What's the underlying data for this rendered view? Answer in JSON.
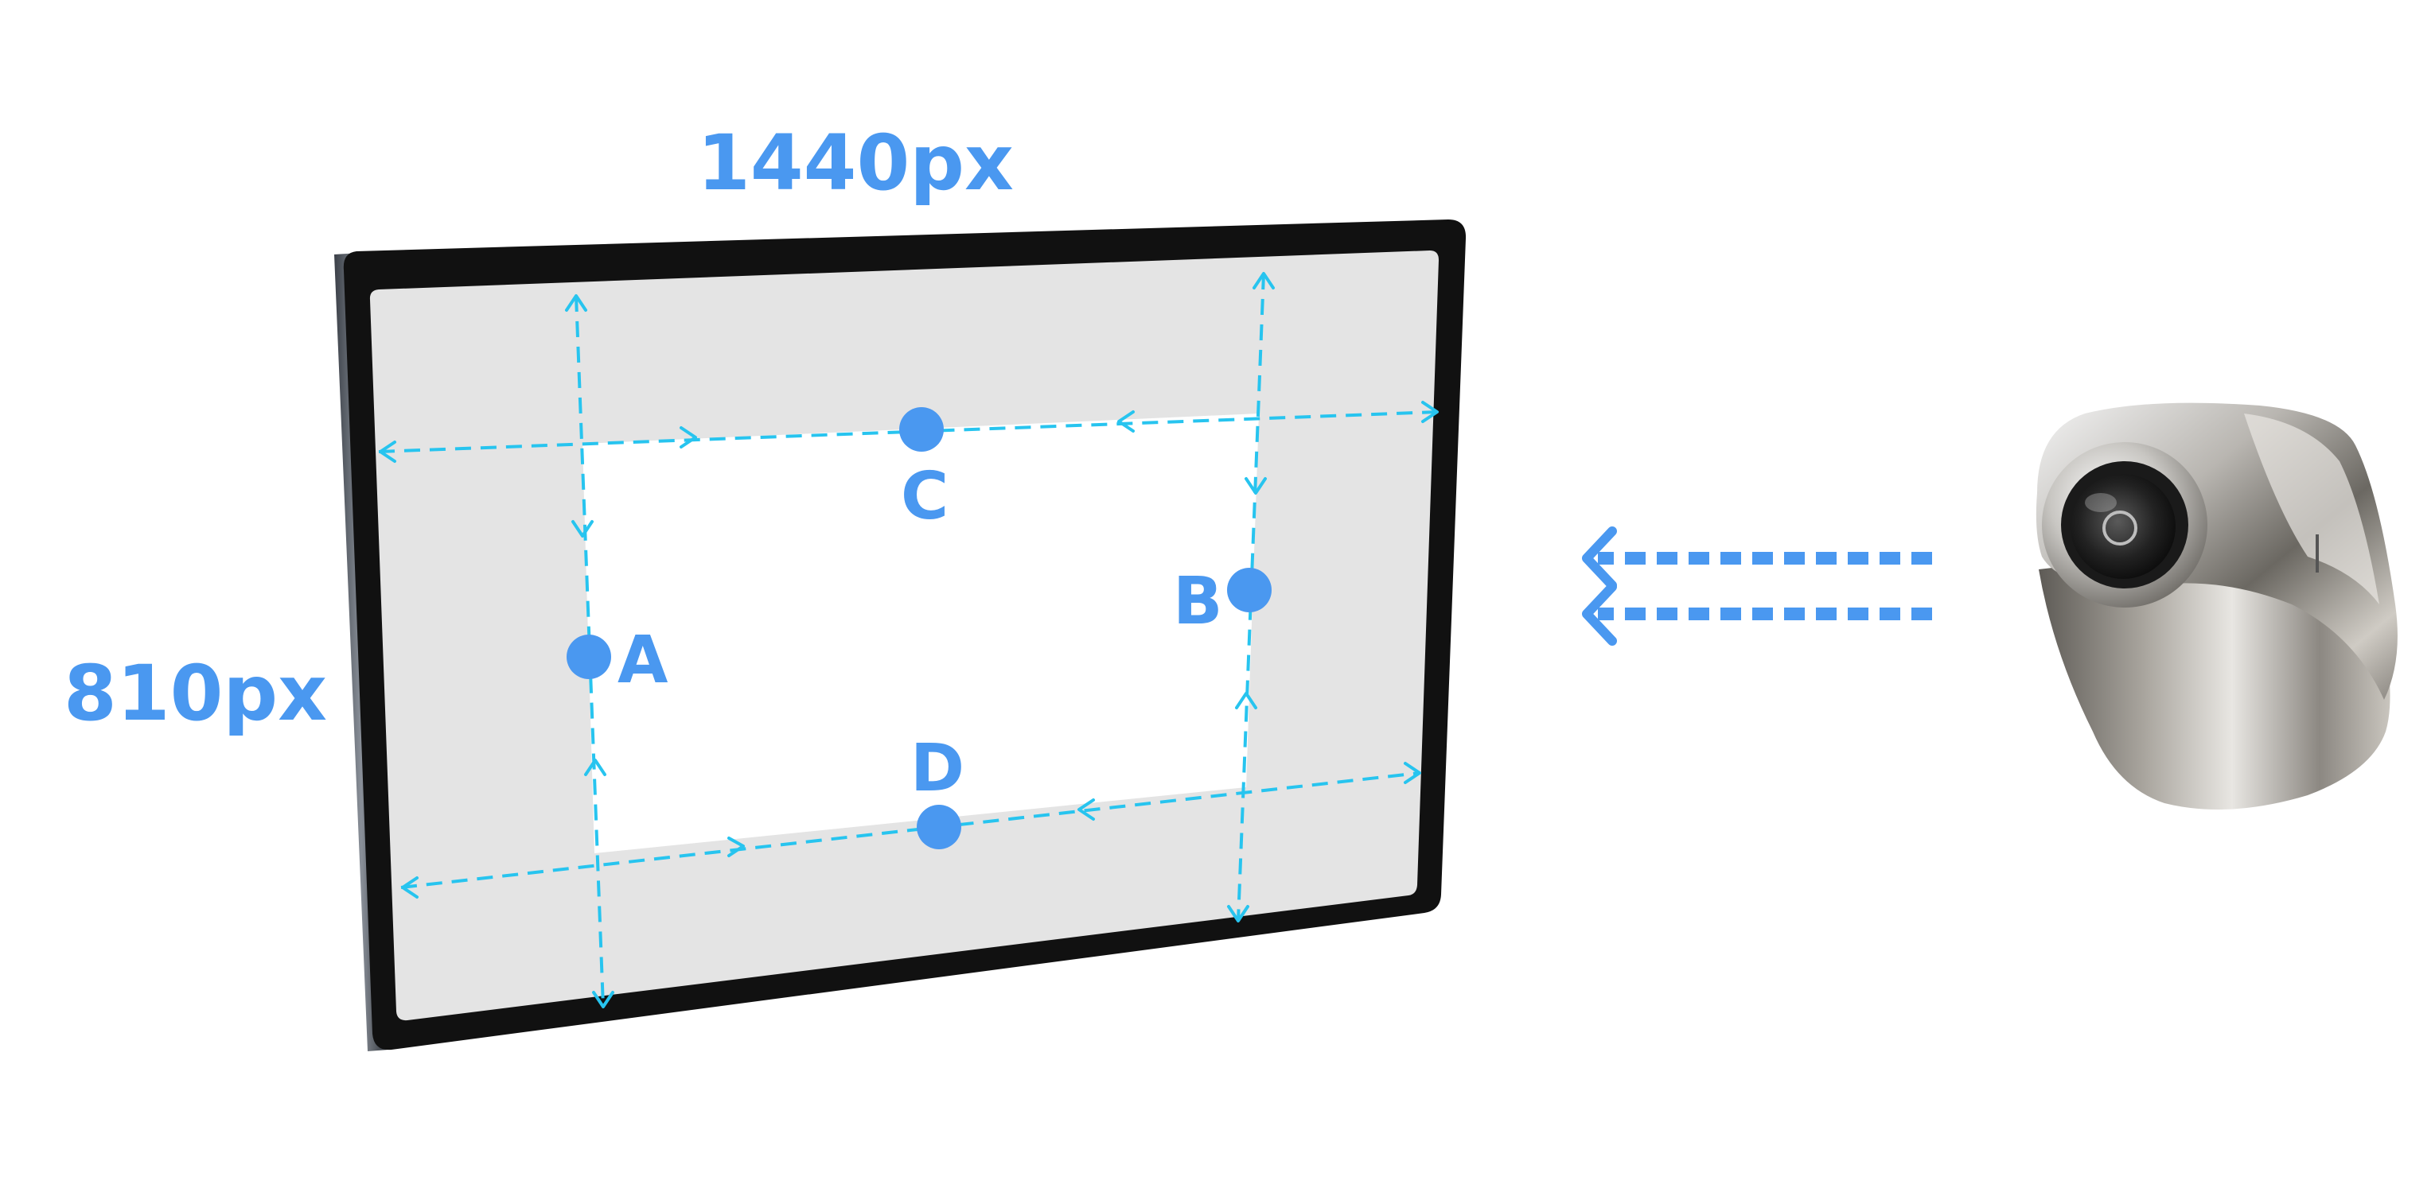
{
  "dimensions": {
    "width_label": "1440px",
    "height_label": "810px"
  },
  "points": {
    "a": "A",
    "b": "B",
    "c": "C",
    "d": "D"
  },
  "colors": {
    "accent": "#4a98f0",
    "guide": "#27c4ef",
    "screen": "#e4e4e4",
    "bezel": "#111111"
  },
  "icons": {
    "device": "monitor-icon",
    "sensor": "camera-icon",
    "signal": "double-arrow-left-icon"
  }
}
